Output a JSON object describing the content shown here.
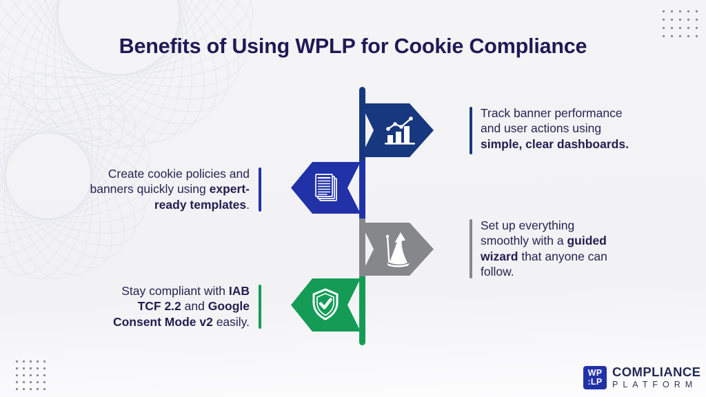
{
  "title": "Benefits of Using WPLP for Cookie Compliance",
  "benefits": [
    {
      "name": "dashboards",
      "side": "right",
      "color": "#17377e",
      "icon": "bar-chart-growth-icon",
      "lines": [
        [
          {
            "t": "Track banner performance"
          }
        ],
        [
          {
            "t": "and user actions using"
          }
        ],
        [
          {
            "t": "simple, clear dashboards.",
            "b": true
          }
        ]
      ]
    },
    {
      "name": "templates",
      "side": "left",
      "color": "#2132a8",
      "icon": "documents-icon",
      "lines": [
        [
          {
            "t": "Create cookie policies and"
          }
        ],
        [
          {
            "t": "banners quickly using "
          },
          {
            "t": "expert-",
            "b": true
          }
        ],
        [
          {
            "t": "ready templates",
            "b": true
          },
          {
            "t": "."
          }
        ]
      ]
    },
    {
      "name": "guided-wizard",
      "side": "right",
      "color": "#85878b",
      "icon": "wizard-icon",
      "lines": [
        [
          {
            "t": "Set up everything"
          }
        ],
        [
          {
            "t": "smoothly with a "
          },
          {
            "t": "guided",
            "b": true
          }
        ],
        [
          {
            "t": "wizard",
            "b": true
          },
          {
            "t": " that anyone can"
          }
        ],
        [
          {
            "t": "follow."
          }
        ]
      ]
    },
    {
      "name": "compliance-standards",
      "side": "left",
      "color": "#149c57",
      "icon": "shield-check-icon",
      "lines": [
        [
          {
            "t": "Stay compliant with "
          },
          {
            "t": "IAB",
            "b": true
          }
        ],
        [
          {
            "t": "TCF 2.2",
            "b": true
          },
          {
            "t": " and "
          },
          {
            "t": "Google",
            "b": true
          }
        ],
        [
          {
            "t": "Consent Mode v2",
            "b": true
          },
          {
            "t": " easily."
          }
        ]
      ]
    }
  ],
  "logo": {
    "box_line1": "WP",
    "box_line2": ":LP",
    "box_color": "#2132a8",
    "brand": "COMPLIANCE",
    "brand_sub": "PLATFORM"
  },
  "decor": {
    "dots_top_right": {
      "rows": 4,
      "cols": 5
    },
    "dots_bottom_left": {
      "rows": 5,
      "cols": 5
    }
  }
}
